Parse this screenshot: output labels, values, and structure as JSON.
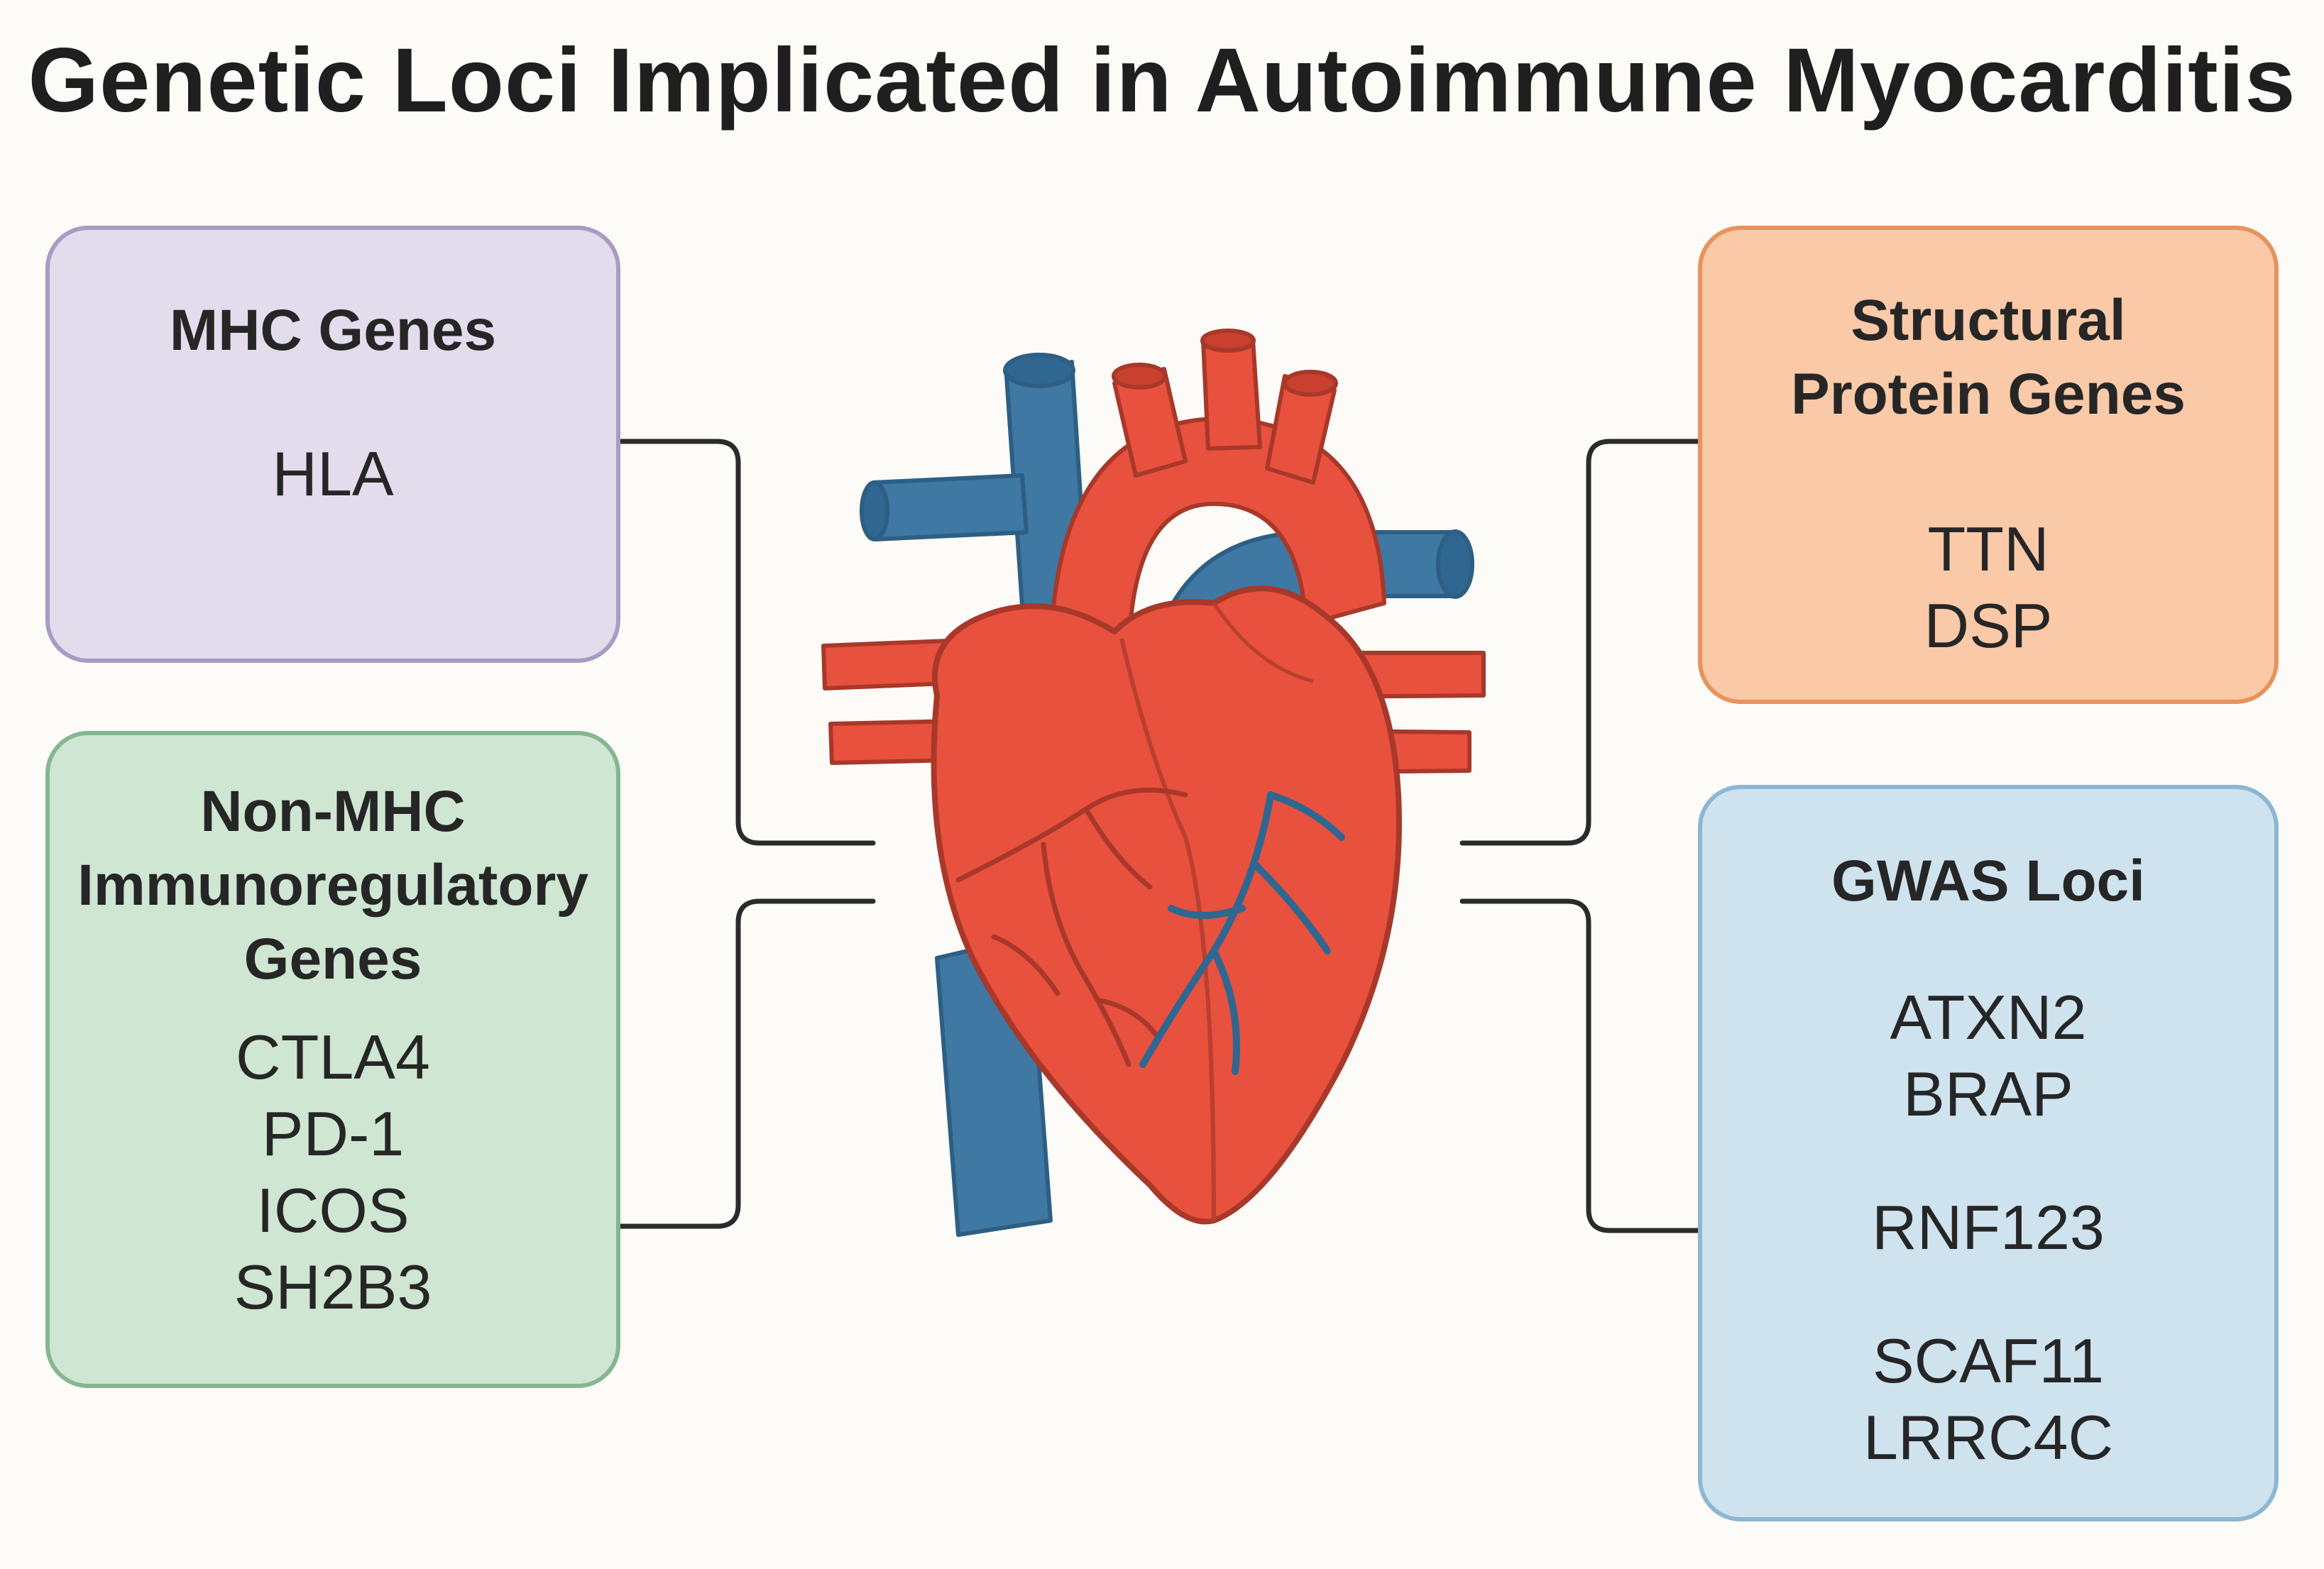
{
  "title": "Genetic Loci Implicated in Autoimmune Myocarditis",
  "boxes": {
    "mhc": {
      "heading": "MHC Genes",
      "genes": [
        "HLA"
      ]
    },
    "non_mhc": {
      "heading_lines": [
        "Non-MHC",
        "Immunoregulatory",
        "Genes"
      ],
      "genes": [
        "CTLA4",
        "PD-1",
        "ICOS",
        "SH2B3"
      ]
    },
    "structural": {
      "heading_lines": [
        "Structural",
        "Protein Genes"
      ],
      "genes": [
        "TTN",
        "DSP"
      ]
    },
    "gwas": {
      "heading": "GWAS Loci",
      "genes": [
        "ATXN2",
        "BRAP",
        "RNF123",
        "SCAF11",
        "LRRC4C"
      ]
    }
  },
  "colors": {
    "mhc_fill": "#e2dcec",
    "non_mhc_fill": "#cfe6d2",
    "structural_fill": "#f9c9a8",
    "gwas_fill": "#cfe3ef",
    "heart_red": "#e8513d",
    "vessel_blue": "#3e78a3",
    "connector": "#2b2b2b"
  }
}
